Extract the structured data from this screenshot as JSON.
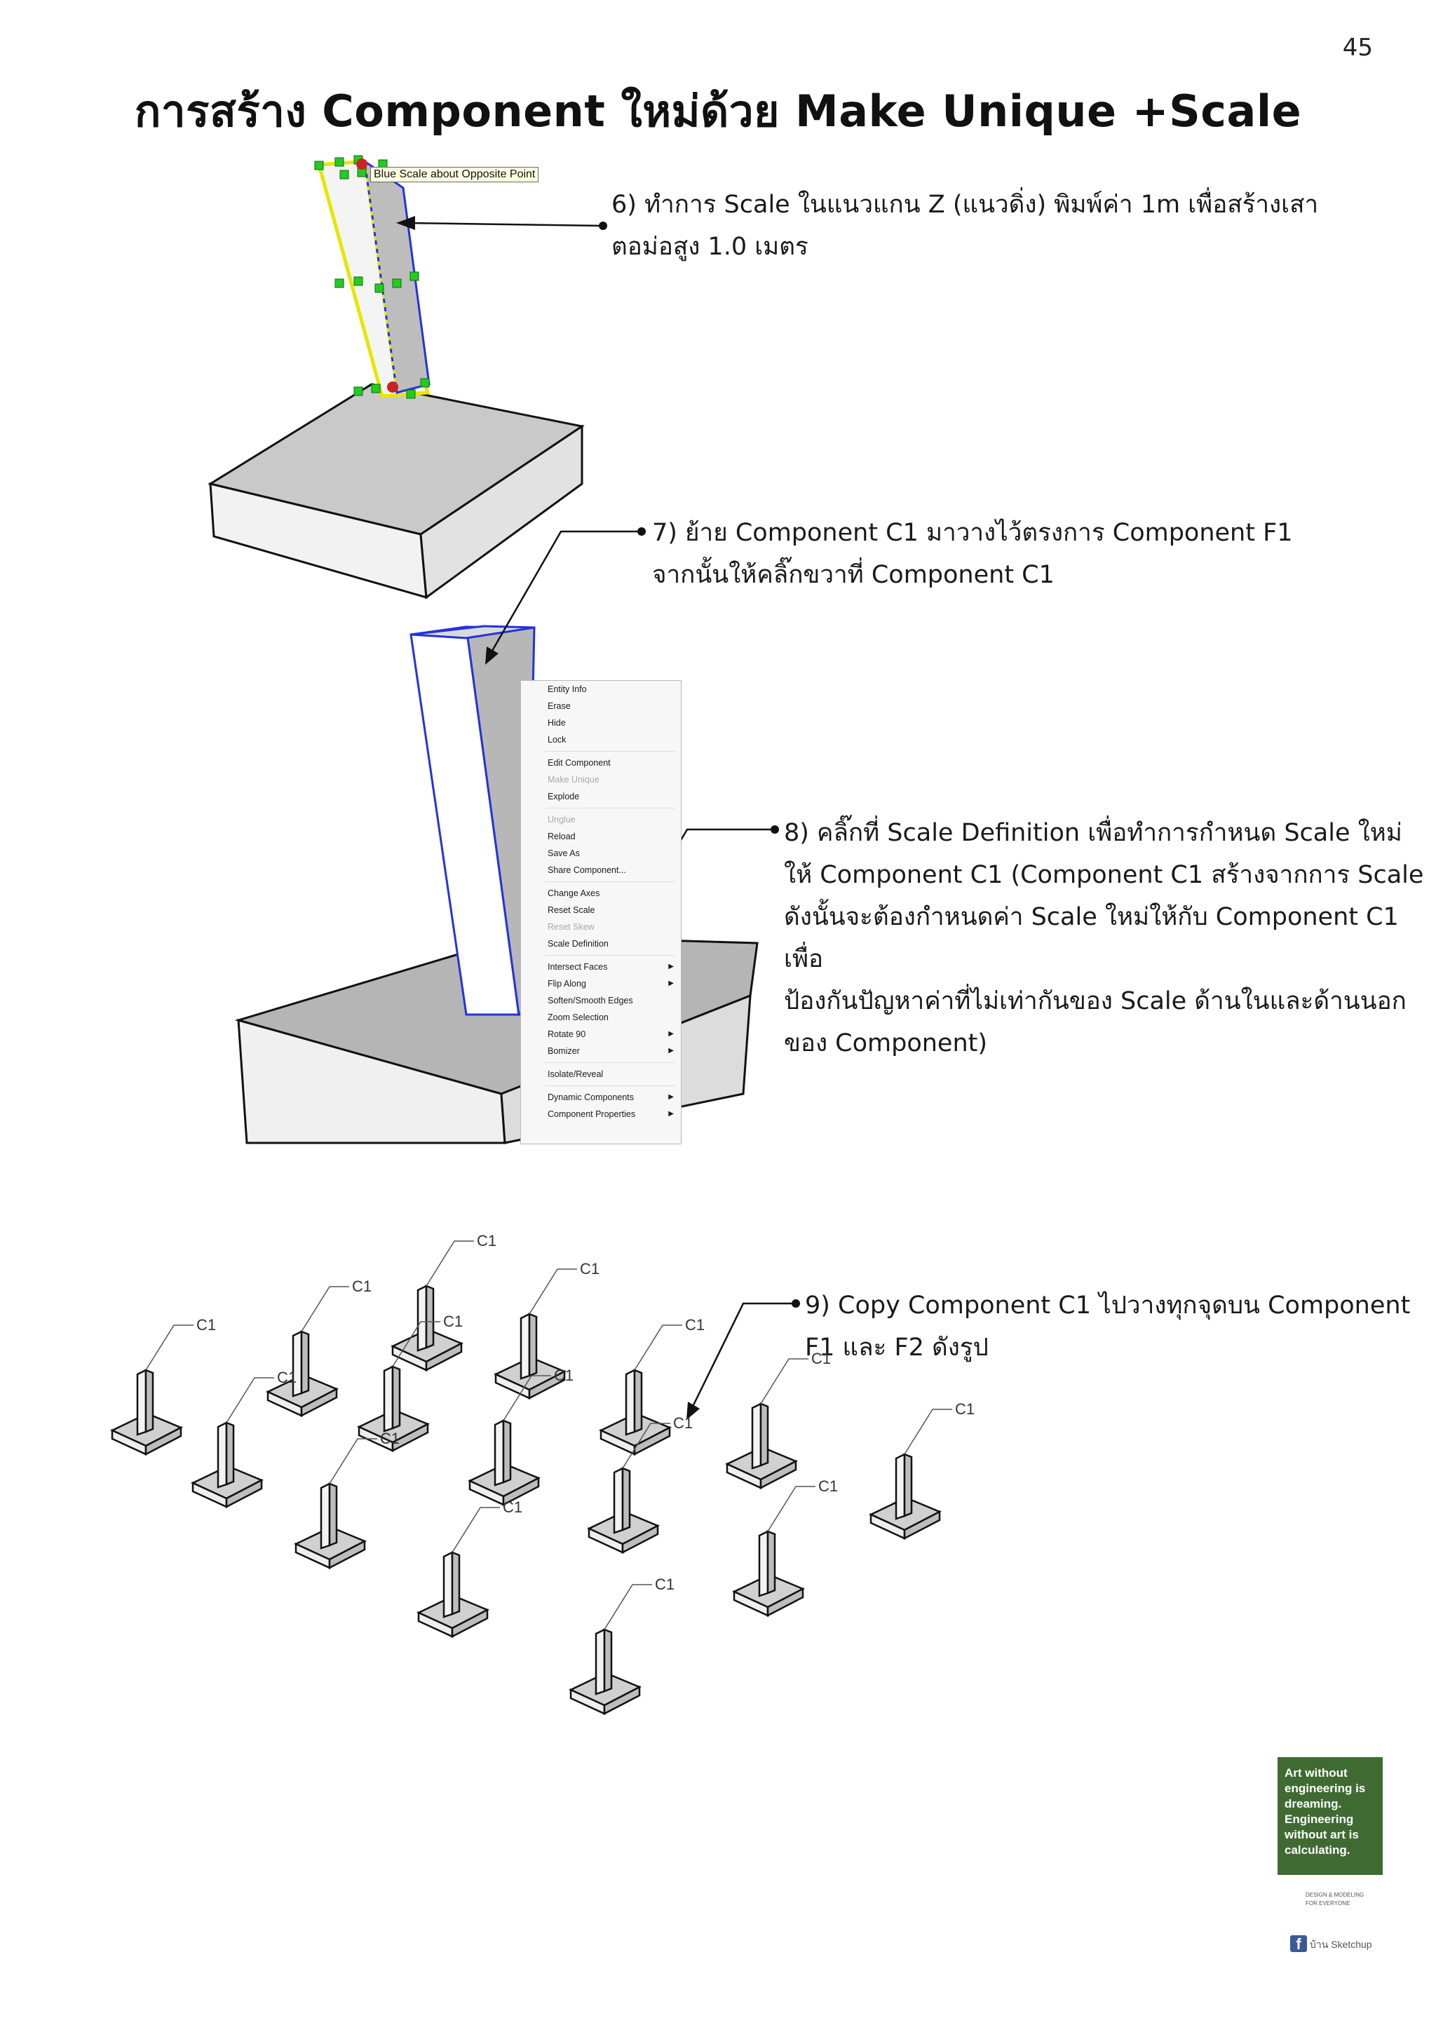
{
  "page_number": "45",
  "title": "การสร้าง Component ใหม่ด้วย Make Unique +Scale",
  "tooltip": "Blue Scale about Opposite Point",
  "steps": {
    "step6": {
      "line1": "6) ทำการ Scale ในแนวแกน Z (แนวดิ่ง) พิมพ์ค่า 1m เพื่อสร้างเสา",
      "line2": "ตอม่อสูง 1.0 เมตร"
    },
    "step7": {
      "line1": "7) ย้าย Component C1 มาวางไว้ตรงการ Component F1",
      "line2": "จากนั้นให้คลิ๊กขวาที่ Component C1"
    },
    "step8": {
      "line1": "8) คลิ๊กที่ Scale Definition เพื่อทำการกำหนด Scale ใหม่",
      "line2": "ให้ Component C1 (Component C1 สร้างจากการ Scale",
      "line3": "ดังนั้นจะต้องกำหนดค่า Scale ใหม่ให้กับ Component C1 เพื่อ",
      "line4": "ป้องกันปัญหาค่าที่ไม่เท่ากันของ Scale ด้านในและด้านนอก",
      "line5": "ของ Component)"
    },
    "step9": {
      "line1": "9) Copy Component C1 ไปวางทุกจุดบน Component",
      "line2": "F1 และ F2 ดังรูป"
    }
  },
  "context_menu": {
    "items": [
      {
        "label": "Entity Info",
        "disabled": false,
        "submenu": false
      },
      {
        "label": "Erase",
        "disabled": false,
        "submenu": false
      },
      {
        "label": "Hide",
        "disabled": false,
        "submenu": false
      },
      {
        "label": "Lock",
        "disabled": false,
        "submenu": false
      },
      {
        "sep": true
      },
      {
        "label": "Edit Component",
        "disabled": false,
        "submenu": false
      },
      {
        "label": "Make Unique",
        "disabled": true,
        "submenu": false
      },
      {
        "label": "Explode",
        "disabled": false,
        "submenu": false
      },
      {
        "sep": true
      },
      {
        "label": "Unglue",
        "disabled": true,
        "submenu": false
      },
      {
        "label": "Reload",
        "disabled": false,
        "submenu": false
      },
      {
        "label": "Save As",
        "disabled": false,
        "submenu": false
      },
      {
        "label": "Share Component...",
        "disabled": false,
        "submenu": false
      },
      {
        "sep": true
      },
      {
        "label": "Change Axes",
        "disabled": false,
        "submenu": false
      },
      {
        "label": "Reset Scale",
        "disabled": false,
        "submenu": false
      },
      {
        "label": "Reset Skew",
        "disabled": true,
        "submenu": false
      },
      {
        "label": "Scale Definition",
        "disabled": false,
        "submenu": false
      },
      {
        "sep": true
      },
      {
        "label": "Intersect Faces",
        "disabled": false,
        "submenu": true
      },
      {
        "label": "Flip Along",
        "disabled": false,
        "submenu": true
      },
      {
        "label": "Soften/Smooth Edges",
        "disabled": false,
        "submenu": false
      },
      {
        "label": "Zoom Selection",
        "disabled": false,
        "submenu": false
      },
      {
        "label": "Rotate 90",
        "disabled": false,
        "submenu": true
      },
      {
        "label": "Bomizer",
        "disabled": false,
        "submenu": true
      },
      {
        "sep": true
      },
      {
        "label": "Isolate/Reveal",
        "disabled": false,
        "submenu": false
      },
      {
        "sep": true
      },
      {
        "label": "Dynamic Components",
        "disabled": false,
        "submenu": true
      },
      {
        "label": "Component Properties",
        "disabled": false,
        "submenu": true
      }
    ]
  },
  "component_label": "C1",
  "ad": {
    "quote": "Art without engineering is dreaming. Engineering without art is calculating.",
    "line_a": "DESIGN & MODELING",
    "line_b": "FOR EVERYONE",
    "facebook": "บ้าน Sketchup"
  },
  "colors": {
    "selection_yellow": "#e6e600",
    "selection_blue": "#2233dd",
    "grip_green": "#22cc22",
    "face_gray": "#c8c8c8",
    "ad_green": "#3f6b33"
  }
}
